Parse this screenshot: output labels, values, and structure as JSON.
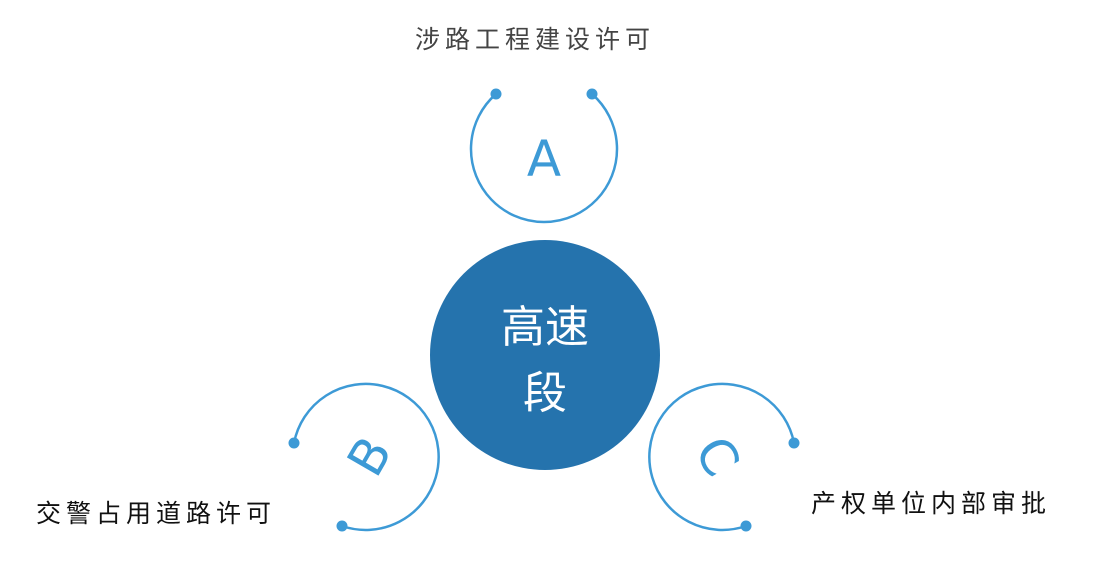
{
  "center": {
    "lines": [
      "高速",
      "段"
    ]
  },
  "nodes": [
    {
      "id": "a",
      "letter": "A",
      "label": "涉路工程建设许可"
    },
    {
      "id": "b",
      "letter": "B",
      "label": "交警占用道路许可"
    },
    {
      "id": "c",
      "letter": "C",
      "label": "产权单位内部审批"
    }
  ],
  "colors": {
    "center_fill": "#2573ad",
    "ring": "#3d9ad6",
    "letter": "#3d9ad6",
    "center_text": "#ffffff"
  }
}
